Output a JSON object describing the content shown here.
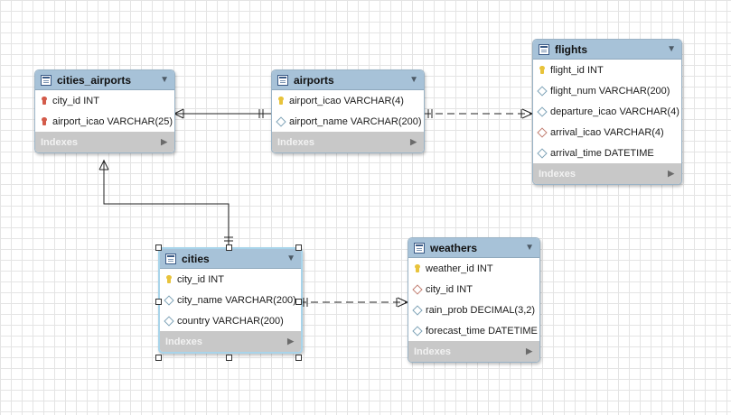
{
  "tables": {
    "cities_airports": {
      "name": "cities_airports",
      "columns": [
        {
          "label": "city_id INT",
          "icon": "foreign-primary-key-icon"
        },
        {
          "label": "airport_icao VARCHAR(25)",
          "icon": "foreign-primary-key-icon"
        }
      ],
      "footer": "Indexes"
    },
    "airports": {
      "name": "airports",
      "columns": [
        {
          "label": "airport_icao VARCHAR(4)",
          "icon": "primary-key-icon"
        },
        {
          "label": "airport_name VARCHAR(200)",
          "icon": "column-diamond-icon"
        }
      ],
      "footer": "Indexes"
    },
    "flights": {
      "name": "flights",
      "columns": [
        {
          "label": "flight_id INT",
          "icon": "primary-key-icon"
        },
        {
          "label": "flight_num VARCHAR(200)",
          "icon": "column-diamond-icon"
        },
        {
          "label": "departure_icao VARCHAR(4)",
          "icon": "column-diamond-icon"
        },
        {
          "label": "arrival_icao VARCHAR(4)",
          "icon": "foreign-key-diamond-icon"
        },
        {
          "label": "arrival_time DATETIME",
          "icon": "column-diamond-icon"
        }
      ],
      "footer": "Indexes"
    },
    "cities": {
      "name": "cities",
      "columns": [
        {
          "label": "city_id INT",
          "icon": "primary-key-icon"
        },
        {
          "label": "city_name VARCHAR(200)",
          "icon": "column-diamond-icon"
        },
        {
          "label": "country VARCHAR(200)",
          "icon": "column-diamond-icon"
        }
      ],
      "footer": "Indexes"
    },
    "weathers": {
      "name": "weathers",
      "columns": [
        {
          "label": "weather_id INT",
          "icon": "primary-key-icon"
        },
        {
          "label": "city_id INT",
          "icon": "foreign-key-diamond-icon"
        },
        {
          "label": "rain_prob DECIMAL(3,2)",
          "icon": "column-diamond-icon"
        },
        {
          "label": "forecast_time DATETIME",
          "icon": "column-diamond-icon"
        }
      ],
      "footer": "Indexes"
    }
  },
  "relationships": [
    {
      "from": "cities_airports",
      "to": "airports",
      "style": "solid",
      "cardinality": "many-to-one"
    },
    {
      "from": "flights",
      "to": "airports",
      "style": "dashed",
      "cardinality": "many-to-one"
    },
    {
      "from": "cities_airports",
      "to": "cities",
      "style": "solid",
      "cardinality": "many-to-one"
    },
    {
      "from": "weathers",
      "to": "cities",
      "style": "dashed",
      "cardinality": "many-to-one"
    }
  ],
  "colors": {
    "header": "#a7c2d8",
    "footer": "#c8c8c8",
    "primary_key": "#e8c33b",
    "foreign_primary_key": "#d35b4a",
    "canvas_grid": "#e4e4e4"
  }
}
